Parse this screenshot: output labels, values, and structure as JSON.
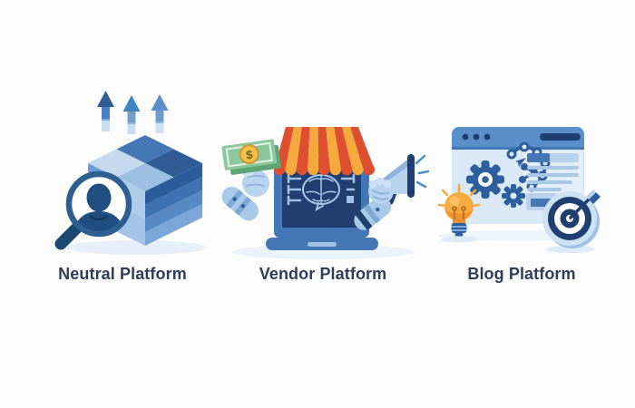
{
  "page": {
    "background_color": "#fdfdfd"
  },
  "platforms": [
    {
      "id": "neutral",
      "label": "Neutral Platform",
      "illustration": "stacked-cube-with-magnifier",
      "icons": [
        "up-arrows-icon",
        "stacked-cube-icon",
        "magnifier-user-icon"
      ]
    },
    {
      "id": "vendor",
      "label": "Vendor Platform",
      "illustration": "storefront-laptop-money-megaphone",
      "currency_symbol": "$",
      "icons": [
        "awning-icon",
        "laptop-storefront-icon",
        "brain-icon",
        "robot-hand-money-icon",
        "robot-hand-megaphone-icon"
      ]
    },
    {
      "id": "blog",
      "label": "Blog Platform",
      "illustration": "browser-gears-lightbulb-target",
      "icons": [
        "browser-window-icon",
        "gear-icon",
        "network-nodes-icon",
        "text-lines-icon",
        "tag-icon",
        "lightbulb-icon",
        "dart-target-icon"
      ]
    }
  ],
  "colors": {
    "label_text": "#2e3d5a",
    "navy": "#1f3f70",
    "blue_dark": "#2d5f9e",
    "blue_mid": "#4377b5",
    "blue_light": "#a9c9e8",
    "blue_pale": "#dbe8f7",
    "awning_red": "#dd4f30",
    "awning_orange": "#f6a93c",
    "money_green": "#8cc79c",
    "coin_yellow": "#f0c14b",
    "bulb_orange": "#f6ab40",
    "shadow_blue": "#e8f1fa"
  }
}
